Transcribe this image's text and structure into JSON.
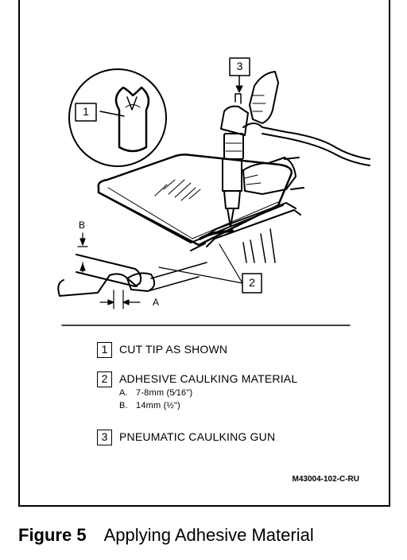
{
  "callouts": {
    "one": "1",
    "two": "2",
    "three": "3"
  },
  "dimension_labels": {
    "a": "A",
    "b": "B"
  },
  "legend": [
    {
      "num": "1",
      "text": "CUT TIP AS SHOWN"
    },
    {
      "num": "2",
      "text": "ADHESIVE CAULKING MATERIAL",
      "sub": [
        {
          "key": "A.",
          "value": "7-8mm (5⁄16\")"
        },
        {
          "key": "B.",
          "value": "14mm (½\")"
        }
      ]
    },
    {
      "num": "3",
      "text": "PNEUMATIC CAULKING GUN"
    }
  ],
  "reference_code": "M43004-102-C-RU",
  "caption": {
    "number": "Figure 5",
    "title": "Applying Adhesive Material"
  }
}
